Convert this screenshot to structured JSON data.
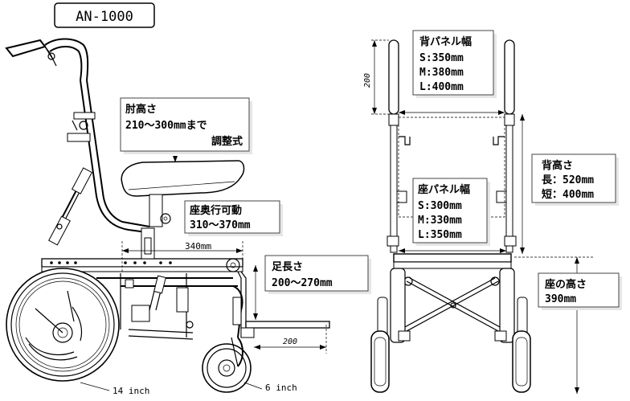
{
  "title": "AN-1000",
  "labels": {
    "armrest_height": {
      "line1": "肘高さ",
      "line2": "210～300mmまで",
      "line3": "調整式"
    },
    "seat_depth": {
      "line1": "座奥行可動",
      "line2": "310～370mm"
    },
    "foot_length": {
      "line1": "足長さ",
      "line2": "200～270mm"
    },
    "back_panel_width": {
      "line1": "背パネル幅",
      "s": "S:350mm",
      "m": "M:380mm",
      "l": "L:400mm"
    },
    "seat_panel_width": {
      "line1": "座パネル幅",
      "s": "S:300mm",
      "m": "M:330mm",
      "l": "L:350mm"
    },
    "back_height": {
      "line1": "背高さ",
      "long": "長：520mm",
      "short": "短：400mm"
    },
    "seat_height": {
      "line1": "座の高さ",
      "line2": "390mm"
    }
  },
  "dimensions": {
    "seat_travel": "340mm",
    "footrest_dim": "200",
    "back_top_dim": "200"
  },
  "wheels": {
    "rear": "14 inch",
    "caster": "6 inch"
  }
}
